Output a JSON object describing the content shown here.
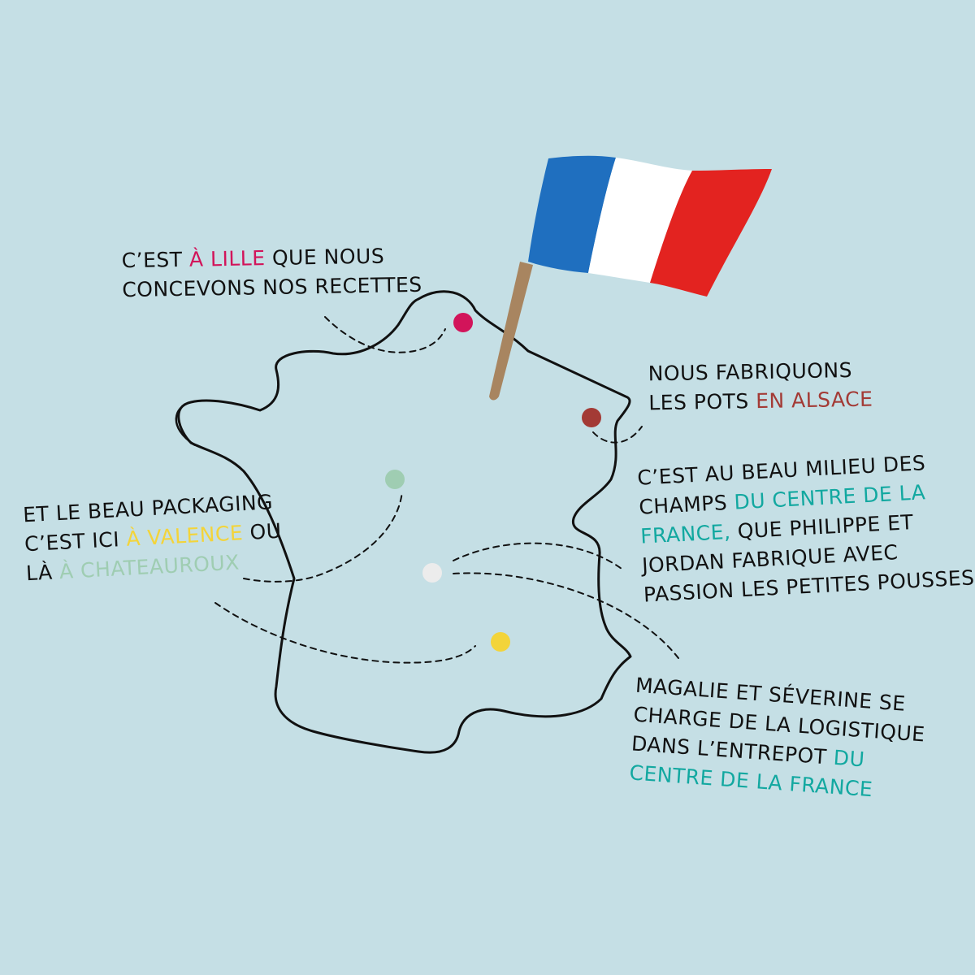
{
  "colors": {
    "background": "#c5dfe5",
    "outline": "#111111",
    "flag_blue": "#1f6fbf",
    "flag_white": "#ffffff",
    "flag_red": "#e32320",
    "flag_pole": "#a88560",
    "lille": "#d2145a",
    "alsace": "#a33a35",
    "centre": "#12a8a0",
    "valence": "#f3d43a",
    "chateauroux": "#9fcdb2",
    "white_dot": "#ececec"
  },
  "icons": {
    "flag": "french-flag-icon"
  },
  "captions": {
    "lille": {
      "l1_pre": "C’est ",
      "l1_hl": "à Lille",
      "l1_post": " que nous",
      "l2": "concevons nos recettes"
    },
    "alsace": {
      "l1": "Nous fabriquons",
      "l2_pre": "les pots ",
      "l2_hl": "en Alsace"
    },
    "champs": {
      "l1": "C’est au beau milieu des",
      "l2_pre": "champs ",
      "l2_hl": "du centre de la",
      "l3_hl": "France,",
      "l3_post": " que Philippe et",
      "l4": "Jordan fabrique avec",
      "l5": "passion les petites pousses"
    },
    "packaging": {
      "l1": "Et le beau packaging",
      "l2_pre": "c’est ici ",
      "l2_hl": "à Valence",
      "l2_post": " ou",
      "l3_pre": "là ",
      "l3_hl": "à Chateauroux"
    },
    "logistique": {
      "l1": "Magalie et Séverine se",
      "l2": "charge de la logistique",
      "l3_pre": "dans l’entrepot ",
      "l3_hl": "du",
      "l4_hl": "centre de la France"
    }
  }
}
